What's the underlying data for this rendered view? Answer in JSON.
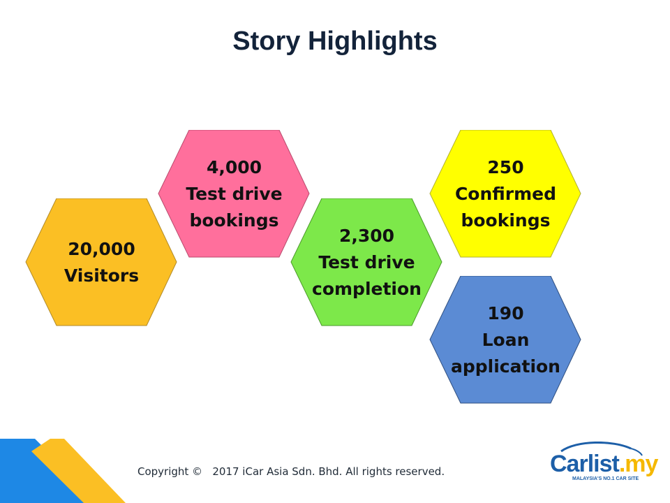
{
  "slide": {
    "title": "Story Highlights",
    "hexagons": [
      {
        "id": "visitors",
        "color": "#fbbf24",
        "lines": [
          "20,000",
          "Visitors"
        ]
      },
      {
        "id": "test-drive-bookings",
        "color": "#ff6f9c",
        "lines": [
          "4,000",
          "Test drive",
          "bookings"
        ]
      },
      {
        "id": "test-drive-completion",
        "color": "#7de84a",
        "lines": [
          "2,300",
          "Test drive",
          "completion"
        ]
      },
      {
        "id": "confirmed-bookings",
        "color": "#ffff00",
        "lines": [
          "250",
          "Confirmed",
          "bookings"
        ]
      },
      {
        "id": "loan-application",
        "color": "#5b8bd4",
        "lines": [
          "190",
          "Loan",
          "application"
        ]
      }
    ],
    "footer": {
      "copyright": "Copyright ©   2017 iCar Asia Sdn. Bhd. All rights reserved."
    },
    "logo": {
      "brand": "Carlist",
      "suffix": ".my",
      "tagline": "MALAYSIA'S NO.1 CAR SITE",
      "brand_color": "#1d5fa8",
      "suffix_color": "#f5b800"
    },
    "decor_colors": [
      "#1e88e5",
      "#fbbf24"
    ]
  }
}
